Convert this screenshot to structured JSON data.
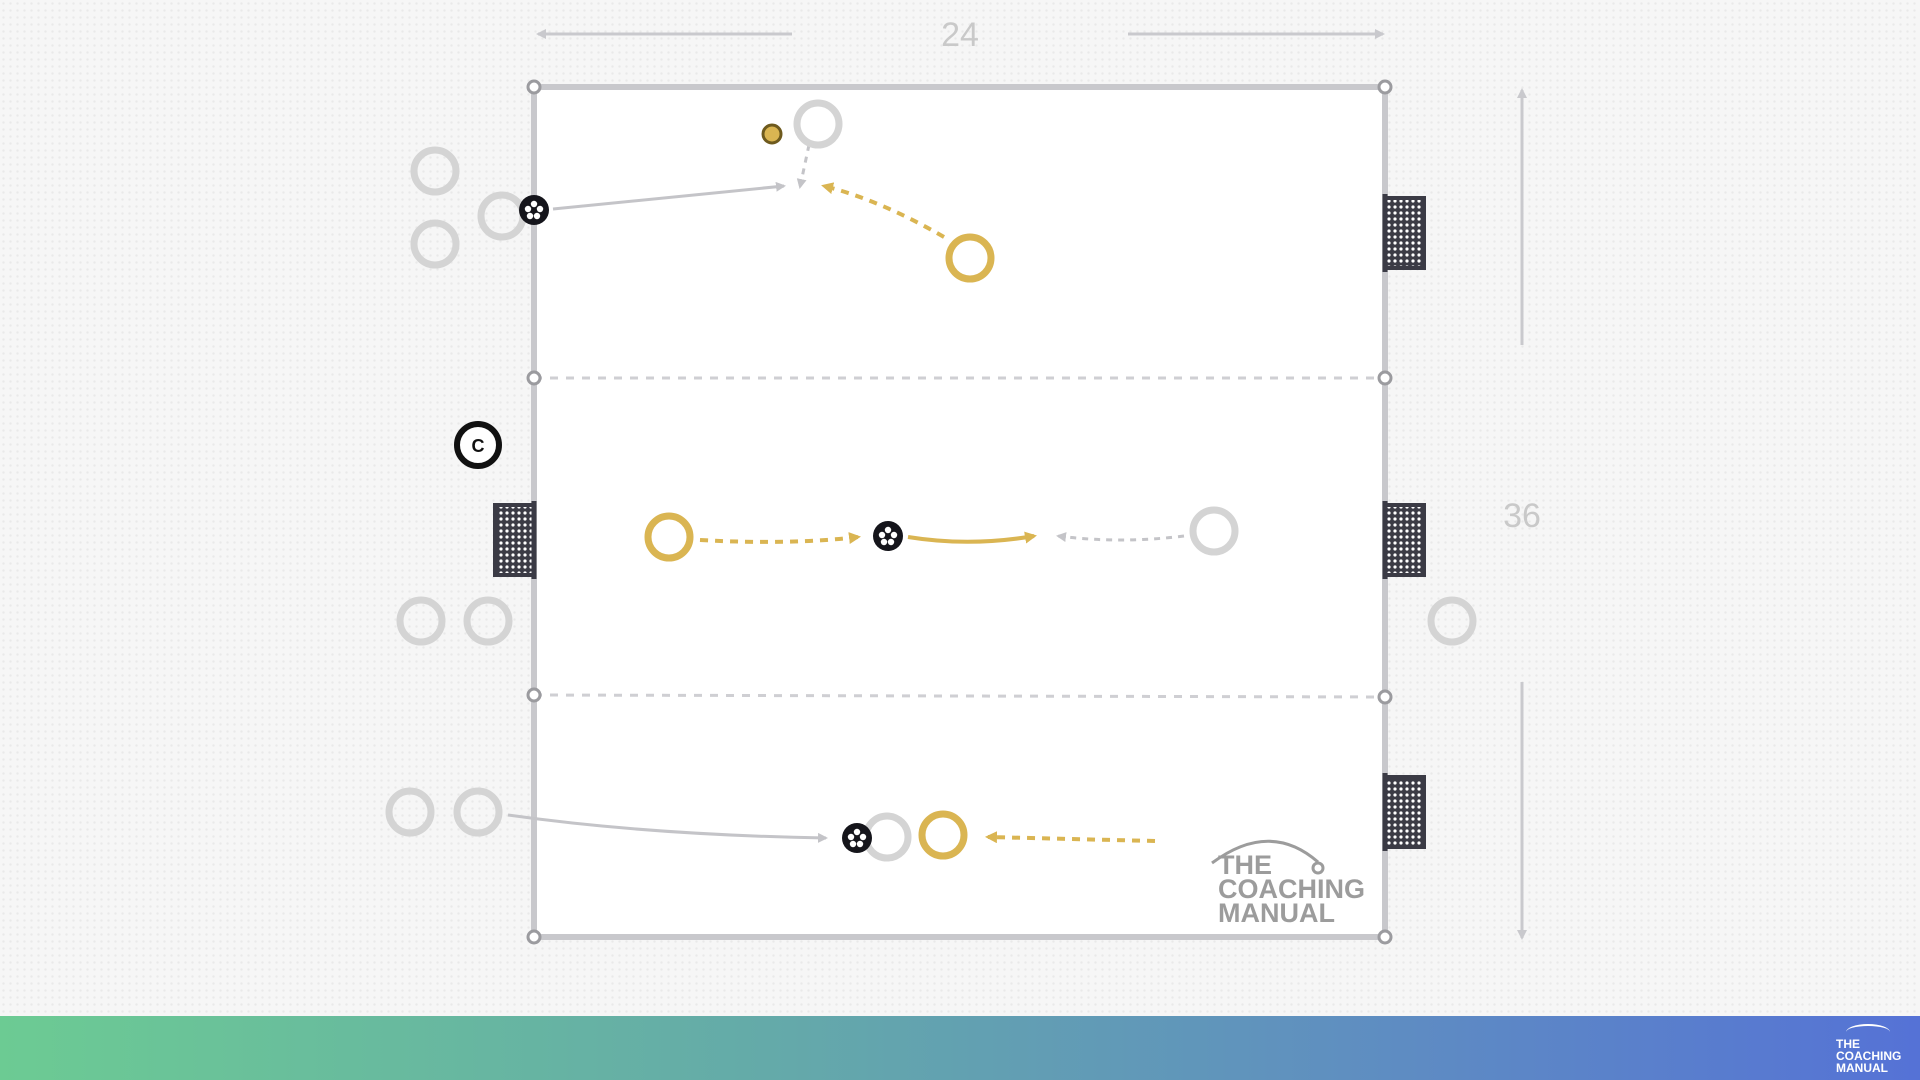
{
  "pitch": {
    "width_label": "24",
    "length_label": "36"
  },
  "coach": {
    "label": "C"
  },
  "logo": {
    "line1": "THE",
    "line2": "COACHING",
    "line3": "MANUAL"
  },
  "footer": {
    "logo_line1": "THE",
    "logo_line2": "COACHING",
    "logo_line3": "MANUAL"
  },
  "colors": {
    "attacker": "#dab552",
    "defender": "#d4d4d4",
    "pitch_line": "#c8c8cc",
    "goal": "#3b3b45",
    "footer_start": "#6ccb93",
    "footer_end": "#5572d6"
  }
}
